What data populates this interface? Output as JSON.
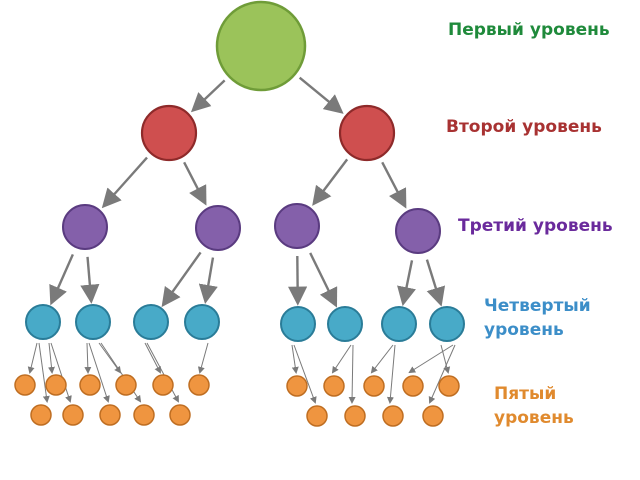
{
  "levels": [
    {
      "label": "Первый уровень",
      "color": "#1f8a3b",
      "node_fill": "#9bc35a",
      "node_stroke": "#6f9c38"
    },
    {
      "label": "Второй уровень",
      "color": "#a83232",
      "node_fill": "#cf4f4f",
      "node_stroke": "#8e2a2a"
    },
    {
      "label": "Третий уровень",
      "color": "#6a2a9c",
      "node_fill": "#8460aa",
      "node_stroke": "#5a3b80"
    },
    {
      "label": "Четвертый уровень",
      "color": "#3c8ec8",
      "node_fill": "#48aac8",
      "node_stroke": "#2a7c98"
    },
    {
      "label": "Пятый уровень",
      "color": "#e08a2e",
      "node_fill": "#ef9540",
      "node_stroke": "#bf6e22"
    }
  ],
  "edge_color": "#7a7a7a"
}
